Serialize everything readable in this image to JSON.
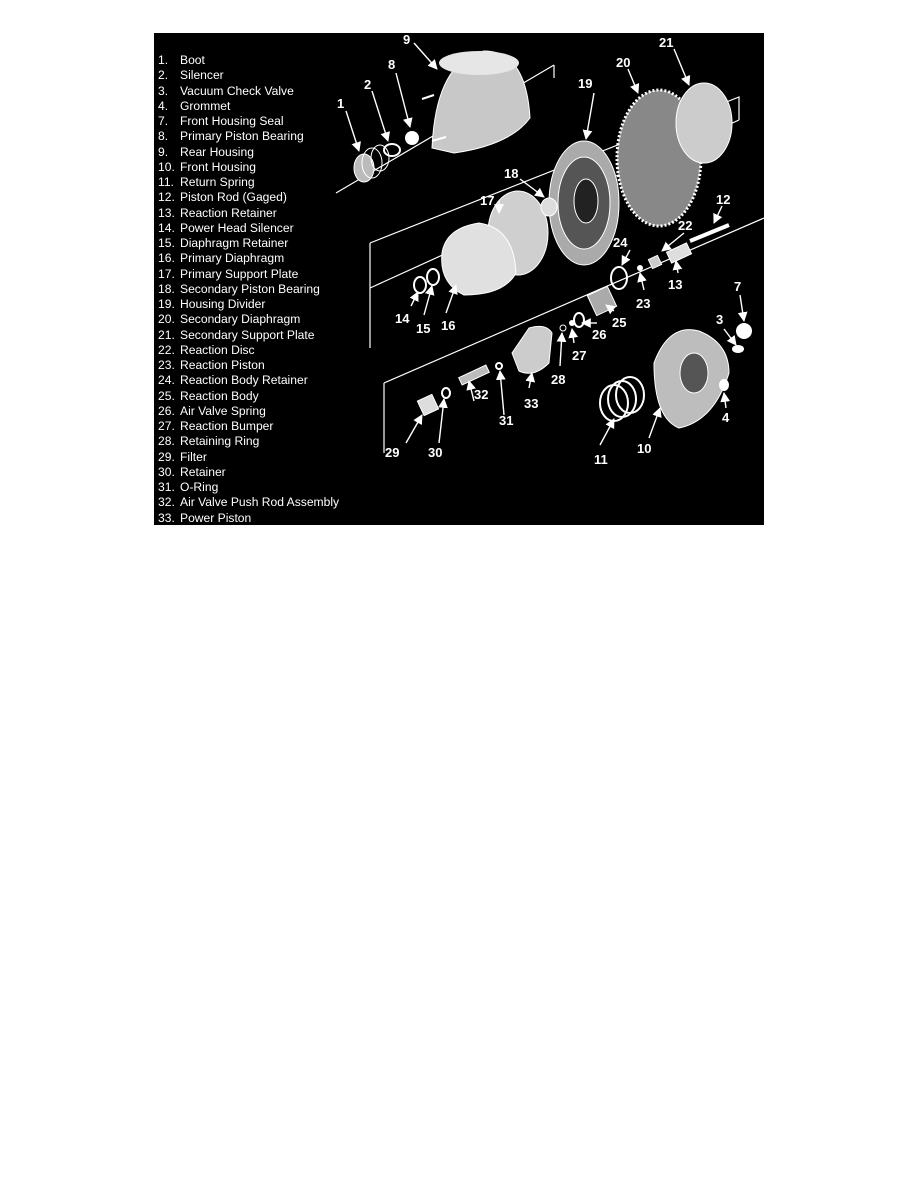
{
  "colors": {
    "background": "#000000",
    "foreground": "#ffffff",
    "page": "#ffffff"
  },
  "legend": [
    {
      "num": "1.",
      "label": "Boot"
    },
    {
      "num": "2.",
      "label": "Silencer"
    },
    {
      "num": "3.",
      "label": "Vacuum Check Valve"
    },
    {
      "num": "4.",
      "label": "Grommet"
    },
    {
      "num": "7.",
      "label": "Front Housing Seal"
    },
    {
      "num": "8.",
      "label": "Primary Piston Bearing"
    },
    {
      "num": "9.",
      "label": "Rear Housing"
    },
    {
      "num": "10.",
      "label": "Front Housing"
    },
    {
      "num": "11.",
      "label": "Return Spring"
    },
    {
      "num": "12.",
      "label": "Piston Rod (Gaged)"
    },
    {
      "num": "13.",
      "label": "Reaction Retainer"
    },
    {
      "num": "14.",
      "label": "Power Head Silencer"
    },
    {
      "num": "15.",
      "label": "Diaphragm Retainer"
    },
    {
      "num": "16.",
      "label": "Primary Diaphragm"
    },
    {
      "num": "17.",
      "label": "Primary Support Plate"
    },
    {
      "num": "18.",
      "label": "Secondary Piston Bearing"
    },
    {
      "num": "19.",
      "label": "Housing Divider"
    },
    {
      "num": "20.",
      "label": "Secondary Diaphragm"
    },
    {
      "num": "21.",
      "label": "Secondary Support Plate"
    },
    {
      "num": "22.",
      "label": "Reaction Disc"
    },
    {
      "num": "23.",
      "label": "Reaction Piston"
    },
    {
      "num": "24.",
      "label": "Reaction Body Retainer"
    },
    {
      "num": "25.",
      "label": "Reaction Body"
    },
    {
      "num": "26.",
      "label": "Air Valve Spring"
    },
    {
      "num": "27.",
      "label": "Reaction Bumper"
    },
    {
      "num": "28.",
      "label": "Retaining Ring"
    },
    {
      "num": "29.",
      "label": "Filter"
    },
    {
      "num": "30.",
      "label": "Retainer"
    },
    {
      "num": "31.",
      "label": "O-Ring"
    },
    {
      "num": "32.",
      "label": "Air Valve Push Rod Assembly"
    },
    {
      "num": "33.",
      "label": "Power Piston"
    }
  ],
  "callouts": {
    "c1": "1",
    "c2": "2",
    "c3": "3",
    "c4": "4",
    "c7": "7",
    "c8": "8",
    "c9": "9",
    "c10": "10",
    "c11": "11",
    "c12": "12",
    "c13": "13",
    "c14": "14",
    "c15": "15",
    "c16": "16",
    "c17": "17",
    "c18": "18",
    "c19": "19",
    "c20": "20",
    "c21": "21",
    "c22": "22",
    "c23": "23",
    "c24": "24",
    "c25": "25",
    "c26": "26",
    "c27": "27",
    "c28": "28",
    "c29": "29",
    "c30": "30",
    "c31": "31",
    "c32": "32",
    "c33": "33"
  }
}
